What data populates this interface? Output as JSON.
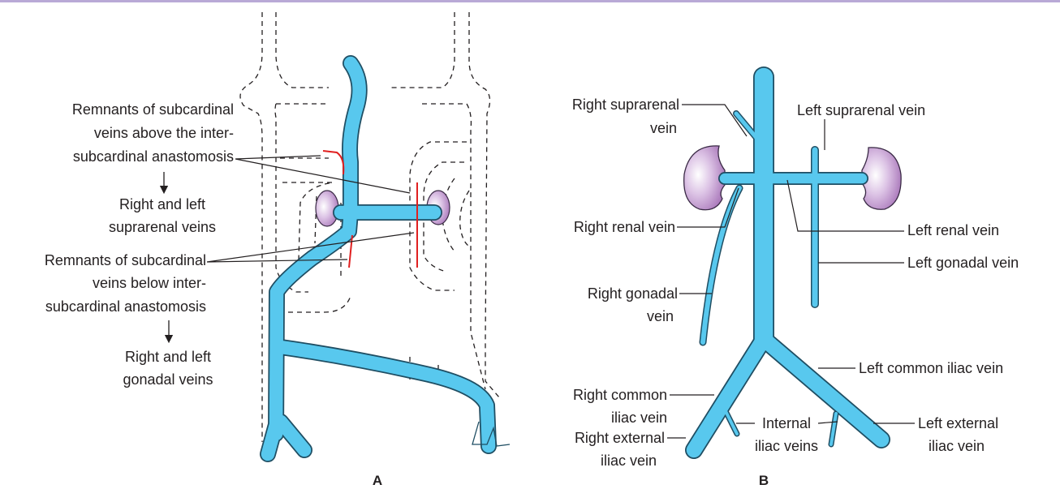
{
  "panel_a": {
    "letter": "A",
    "label_1": [
      "Remnants of subcardinal",
      "veins above the inter-",
      "subcardinal anastomosis"
    ],
    "result_1": [
      "Right and left",
      "suprarenal veins"
    ],
    "label_2": [
      "Remnants of subcardinal",
      "veins below inter-",
      "subcardinal anastomosis"
    ],
    "result_2": [
      "Right and left",
      "gonadal veins"
    ]
  },
  "panel_b": {
    "letter": "B",
    "right_suprarenal": [
      "Right suprarenal",
      "vein"
    ],
    "left_suprarenal": "Left suprarenal vein",
    "right_renal": "Right renal vein",
    "left_renal": "Left renal vein",
    "left_gonadal": "Left gonadal vein",
    "right_gonadal": [
      "Right gonadal",
      "vein"
    ],
    "left_common_iliac": "Left common iliac vein",
    "right_common_iliac": [
      "Right common",
      "iliac vein"
    ],
    "internal_iliac": [
      "Internal",
      "iliac veins"
    ],
    "right_external_iliac": [
      "Right external",
      "iliac vein"
    ],
    "left_external_iliac": [
      "Left external",
      "iliac vein"
    ]
  },
  "colors": {
    "vein_fill": "#58c8ee",
    "vein_outline": "#1f4e63",
    "kidney": "#c79ad4",
    "remnant_mark": "#e02020",
    "header_rule": "#b9a9d6"
  }
}
